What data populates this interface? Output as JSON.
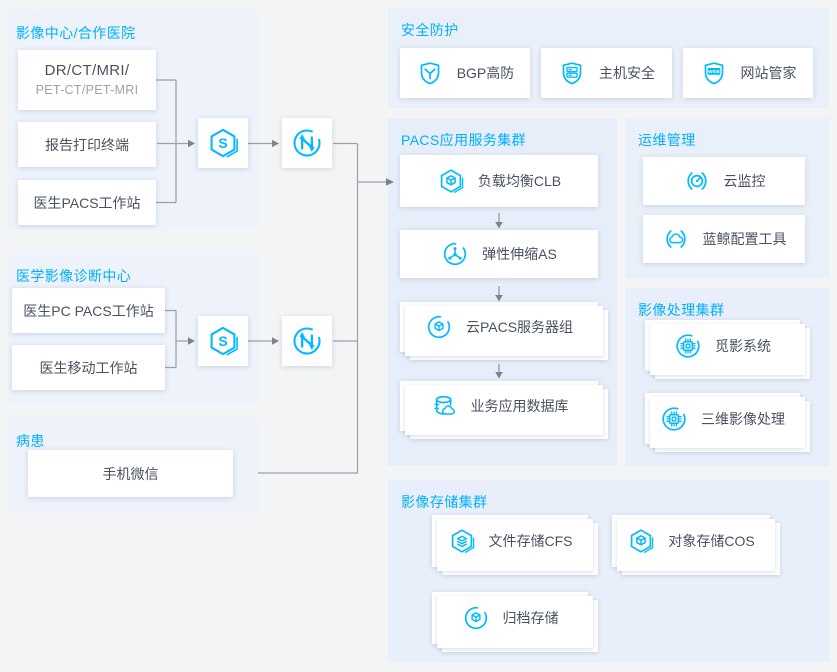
{
  "colors": {
    "accent": "#00b0ff",
    "icon": "#00b9ff",
    "panel_bg": "#edf2fb",
    "line": "#9aa0a6",
    "text": "#4a5260",
    "subtext": "#9aa2ae"
  },
  "sections": {
    "imaging_center": {
      "title": "影像中心/合作医院",
      "items": [
        {
          "label": "DR/CT/MRI/",
          "sub": "PET-CT/PET-MRI"
        },
        {
          "label": "报告打印终端"
        },
        {
          "label": "医生PACS工作站"
        }
      ]
    },
    "diagnosis_center": {
      "title": "医学影像诊断中心",
      "items": [
        {
          "label": "医生PC PACS工作站"
        },
        {
          "label": "医生移动工作站"
        }
      ]
    },
    "patient": {
      "title": "病患",
      "items": [
        {
          "label": "手机微信"
        }
      ]
    },
    "security": {
      "title": "安全防护",
      "items": [
        {
          "icon": "shield-check-icon",
          "label": "BGP高防"
        },
        {
          "icon": "shield-host-icon",
          "label": "主机安全"
        },
        {
          "icon": "shield-web-icon",
          "icon_text": "WEB",
          "label": "网站管家"
        }
      ]
    },
    "pacs_cluster": {
      "title": "PACS应用服务集群",
      "items": [
        {
          "icon": "hexagon-cube-icon",
          "label": "负载均衡CLB"
        },
        {
          "icon": "scaling-nodes-icon",
          "label": "弹性伸缩AS"
        },
        {
          "icon": "circle-cube-icon",
          "label": "云PACS服务器组"
        },
        {
          "icon": "database-cloud-icon",
          "label": "业务应用数据库"
        }
      ]
    },
    "ops": {
      "title": "运维管理",
      "items": [
        {
          "icon": "cloud-monitor-icon",
          "label": "云监控"
        },
        {
          "icon": "cloud-config-icon",
          "label": "蓝鲸配置工具"
        }
      ]
    },
    "image_processing": {
      "title": "影像处理集群",
      "items": [
        {
          "icon": "chip-icon",
          "label": "觅影系统"
        },
        {
          "icon": "chip-icon",
          "label": "三维影像处理"
        }
      ]
    },
    "storage": {
      "title": "影像存储集群",
      "items": [
        {
          "icon": "hexagon-layers-icon",
          "label": "文件存储CFS"
        },
        {
          "icon": "hexagon-cube-icon",
          "label": "对象存储COS"
        },
        {
          "icon": "circle-cube-icon",
          "label": "归档存储"
        }
      ]
    }
  },
  "gateways": {
    "icon_text": "S",
    "items": [
      {
        "icon": "hexagon-s-icon"
      },
      {
        "icon": "data-transfer-icon"
      },
      {
        "icon": "hexagon-s-icon"
      },
      {
        "icon": "data-transfer-icon"
      }
    ]
  }
}
